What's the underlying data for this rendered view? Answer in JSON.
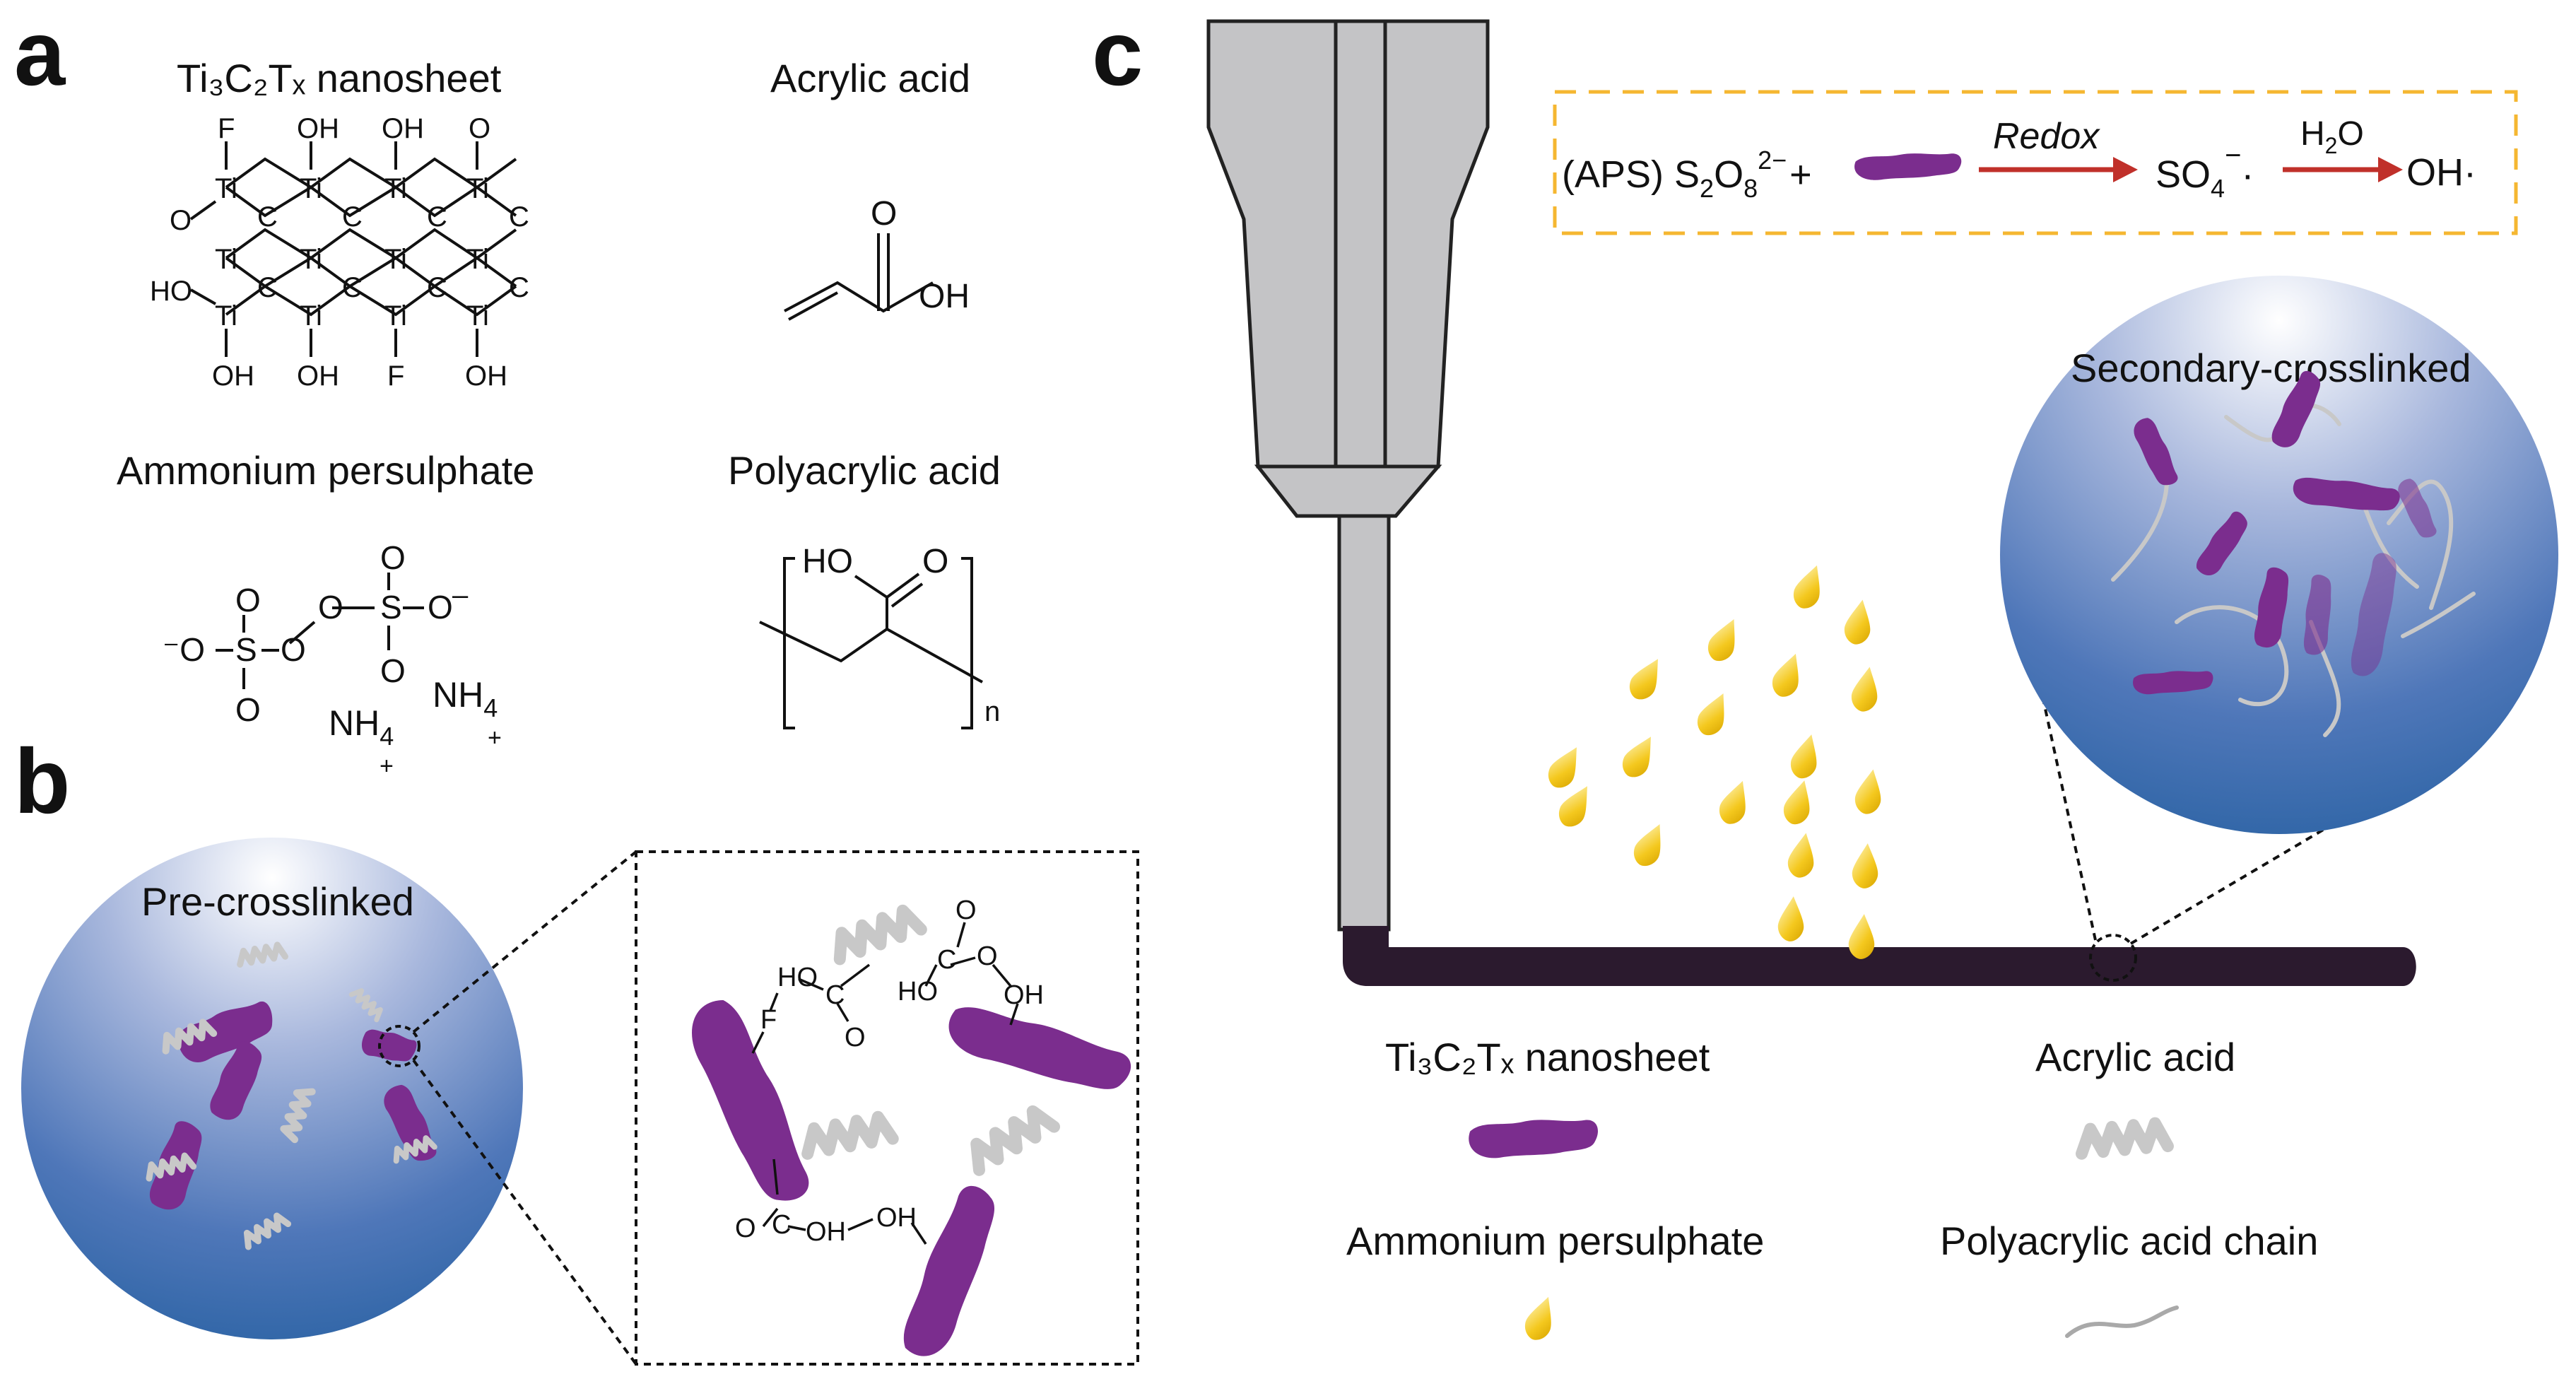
{
  "panels": {
    "a": "a",
    "b": "b",
    "c": "c"
  },
  "panel_a": {
    "mxene_title": "Ti₃C₂Tₓ nanosheet",
    "acrylic_title": "Acrylic acid",
    "aps_title": "Ammonium persulphate",
    "paa_title": "Polyacrylic acid",
    "atoms": {
      "ti": "Ti",
      "c": "C",
      "o": "O",
      "f": "F",
      "oh": "OH",
      "ho": "HO",
      "o_minus": "⁻O",
      "minus": "–",
      "s": "S",
      "n": "n"
    },
    "nh4": "NH",
    "nh4_sub": "4",
    "plus": "+"
  },
  "panel_b": {
    "sphere_label": "Pre-crosslinked",
    "bond_labels": {
      "f": "F",
      "ho": "HO",
      "c": "C",
      "o": "O",
      "oh": "OH",
      "h": "H"
    }
  },
  "panel_c": {
    "reaction": {
      "prefix": "(APS) S",
      "sub2": "2",
      "o": "O",
      "sub8": "8",
      "sup": "2−",
      "plus": "+",
      "redox": "Redox",
      "so4": "SO",
      "so4_sub": "4",
      "so4_sup": "−",
      "dot": "·",
      "h2o_h": "H",
      "h2o_sub": "2",
      "h2o_o": "O",
      "oh": "OH·"
    },
    "sphere_label": "Secondary-crosslinked"
  },
  "legend": {
    "mxene": "Ti₃C₂Tₓ nanosheet",
    "acrylic": "Acrylic acid",
    "aps": "Ammonium persulphate",
    "chain": "Polyacrylic acid chain"
  },
  "colors": {
    "nanosheet": "#7b2d8e",
    "droplet": "#f2c417",
    "zigzag": "#c8c8c8",
    "arrow": "#c0302a",
    "dashbox": "#f5b731",
    "nozzle": "#c4c4c6",
    "fiber": "#2b1a2e"
  }
}
